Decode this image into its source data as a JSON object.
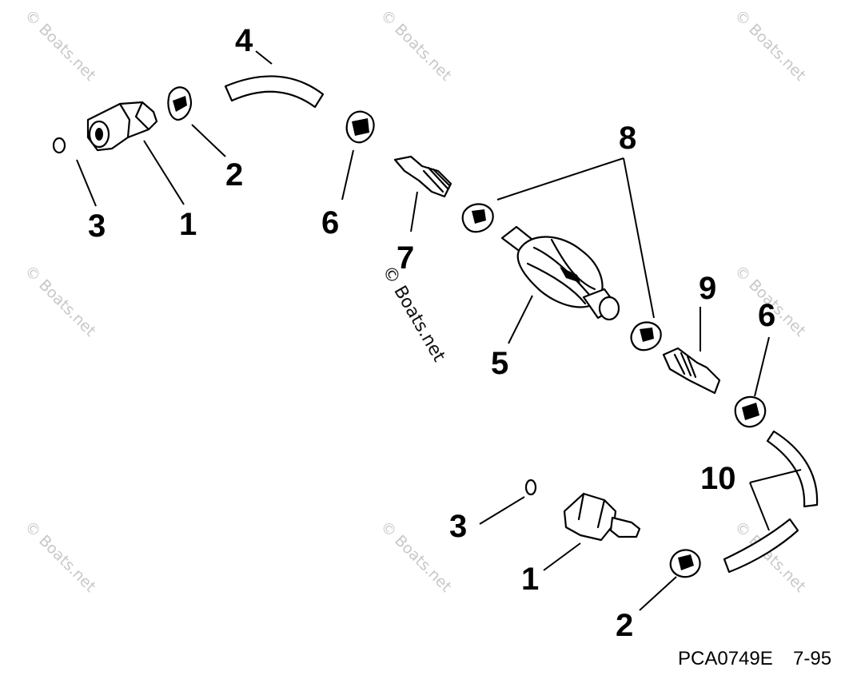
{
  "watermark": "© Boats.net",
  "figure_code": "PCA0749E",
  "figure_date": "7-95",
  "callouts": {
    "c3_top": "3",
    "c1_top": "1",
    "c2_top": "2",
    "c4": "4",
    "c6_top": "6",
    "c7": "7",
    "c8": "8",
    "c5": "5",
    "c9": "9",
    "c6_right": "6",
    "c10": "10",
    "c3_bottom": "3",
    "c1_bottom": "1",
    "c2_bottom": "2"
  }
}
